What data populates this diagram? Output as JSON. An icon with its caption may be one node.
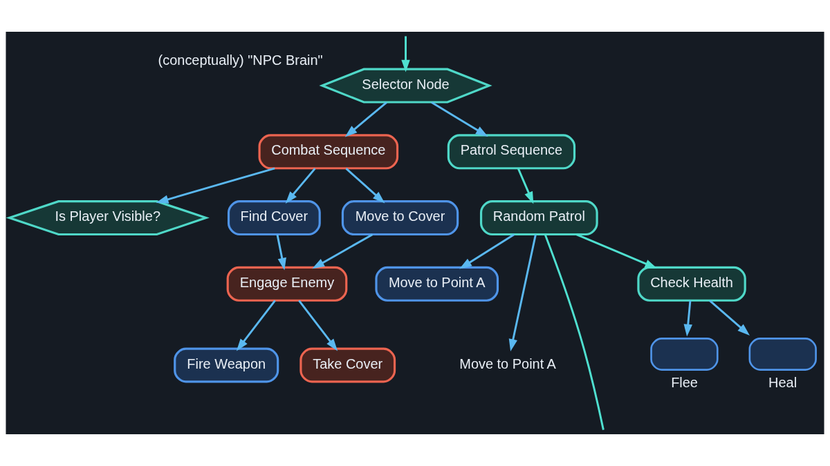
{
  "diagram": {
    "nodes": [
      {
        "text": [
          "Selector Node"
        ],
        "beside": [
          "(conceptually) \"NPC Brain\""
        ]
      },
      {
        "text": [
          "Combat Sequence"
        ]
      },
      {
        "text": [
          "Patrol Sequence"
        ]
      },
      {
        "text": [
          "Is Player Visible?"
        ]
      },
      {
        "text": [
          "Find Cover"
        ]
      },
      {
        "text": [
          "Move to Cover"
        ]
      },
      {
        "text": [
          "Random Patrol"
        ]
      },
      {
        "text": [
          "Engage Enemy"
        ]
      },
      {
        "text": [
          "Move to Point A"
        ]
      },
      {
        "text": [
          "Move to Point A"
        ]
      },
      {
        "text": [
          "Check Health"
        ]
      },
      {
        "text": [
          "Fire Weapon"
        ]
      },
      {
        "text": [
          "Take Cover"
        ]
      },
      {
        "text": [
          "Flee"
        ]
      },
      {
        "text": [
          "Heal"
        ]
      }
    ],
    "edges": [
      {
        "from": null,
        "to": 0,
        "arrow": "to",
        "color": "#4fe0d0"
      },
      {
        "from": 0,
        "to": 1,
        "arrow": "to"
      },
      {
        "from": 0,
        "to": 2,
        "arrow": "to"
      },
      {
        "from": 1,
        "to": 3,
        "arrow": "to"
      },
      {
        "from": 1,
        "to": 4,
        "arrow": "to"
      },
      {
        "from": 1,
        "to": 5,
        "arrow": "to"
      },
      {
        "from": 2,
        "to": 6,
        "arrow": "to",
        "color": "#4fe0d0"
      },
      {
        "from": 4,
        "to": 7,
        "arrow": "to"
      },
      {
        "from": 5,
        "to": 7,
        "arrow": "to"
      },
      {
        "from": 6,
        "to": 8,
        "arrow": "to"
      },
      {
        "from": 6,
        "to": 9,
        "arrow": "to"
      },
      {
        "from": 6,
        "to": null,
        "arrow": "none",
        "color": "#4fe0d0"
      },
      {
        "from": 6,
        "to": 10,
        "arrow": "to",
        "color": "#4fe0d0"
      },
      {
        "from": 7,
        "to": 11,
        "arrow": "to"
      },
      {
        "from": 7,
        "to": 12,
        "arrow": "to"
      },
      {
        "from": 10,
        "to": 13,
        "arrow": "to"
      },
      {
        "from": 10,
        "to": 14,
        "arrow": "to"
      }
    ]
  }
}
